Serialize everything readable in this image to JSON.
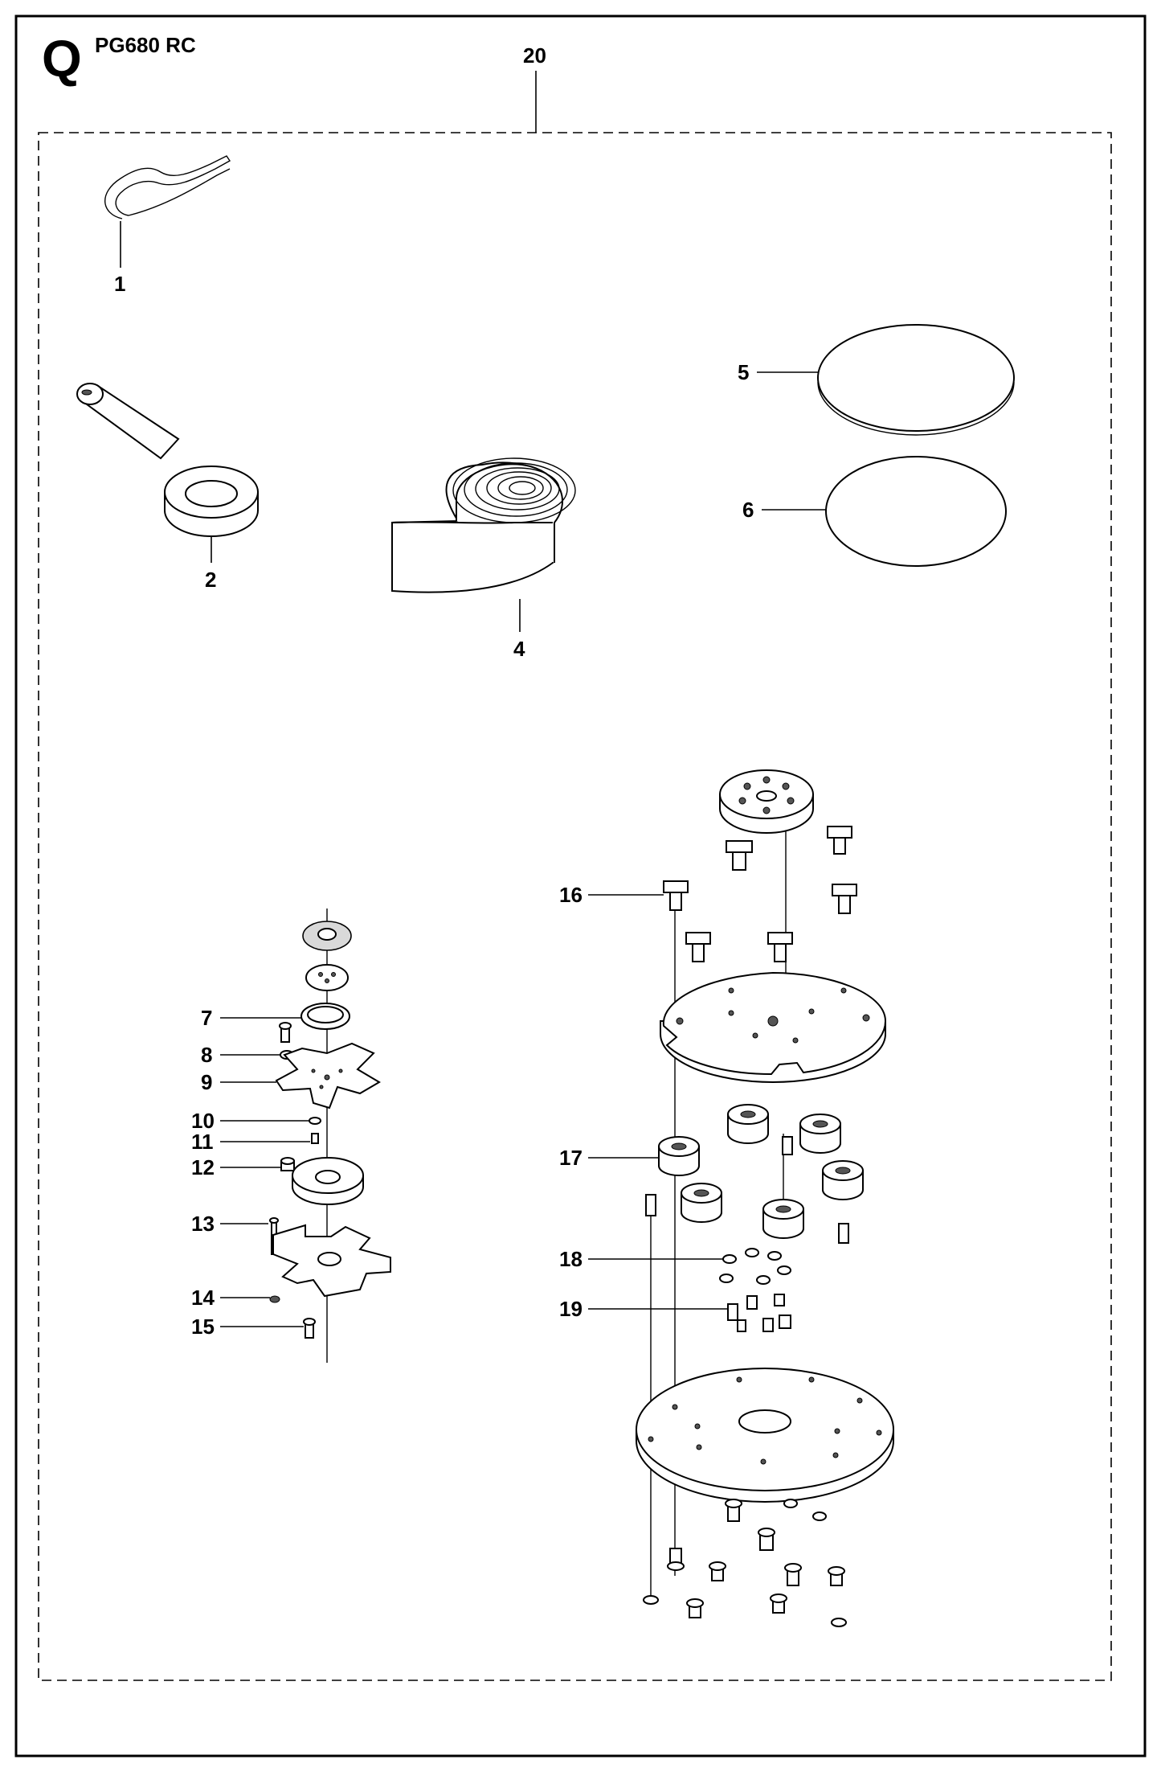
{
  "header": {
    "section_letter": "Q",
    "model": "PG680 RC",
    "assembly_ref": "20"
  },
  "callouts": {
    "c1": "1",
    "c2": "2",
    "c4": "4",
    "c5": "5",
    "c6": "6",
    "c7": "7",
    "c8": "8",
    "c9": "9",
    "c10": "10",
    "c11": "11",
    "c12": "12",
    "c13": "13",
    "c14": "14",
    "c15": "15",
    "c16": "16",
    "c17": "17",
    "c18": "18",
    "c19": "19"
  }
}
